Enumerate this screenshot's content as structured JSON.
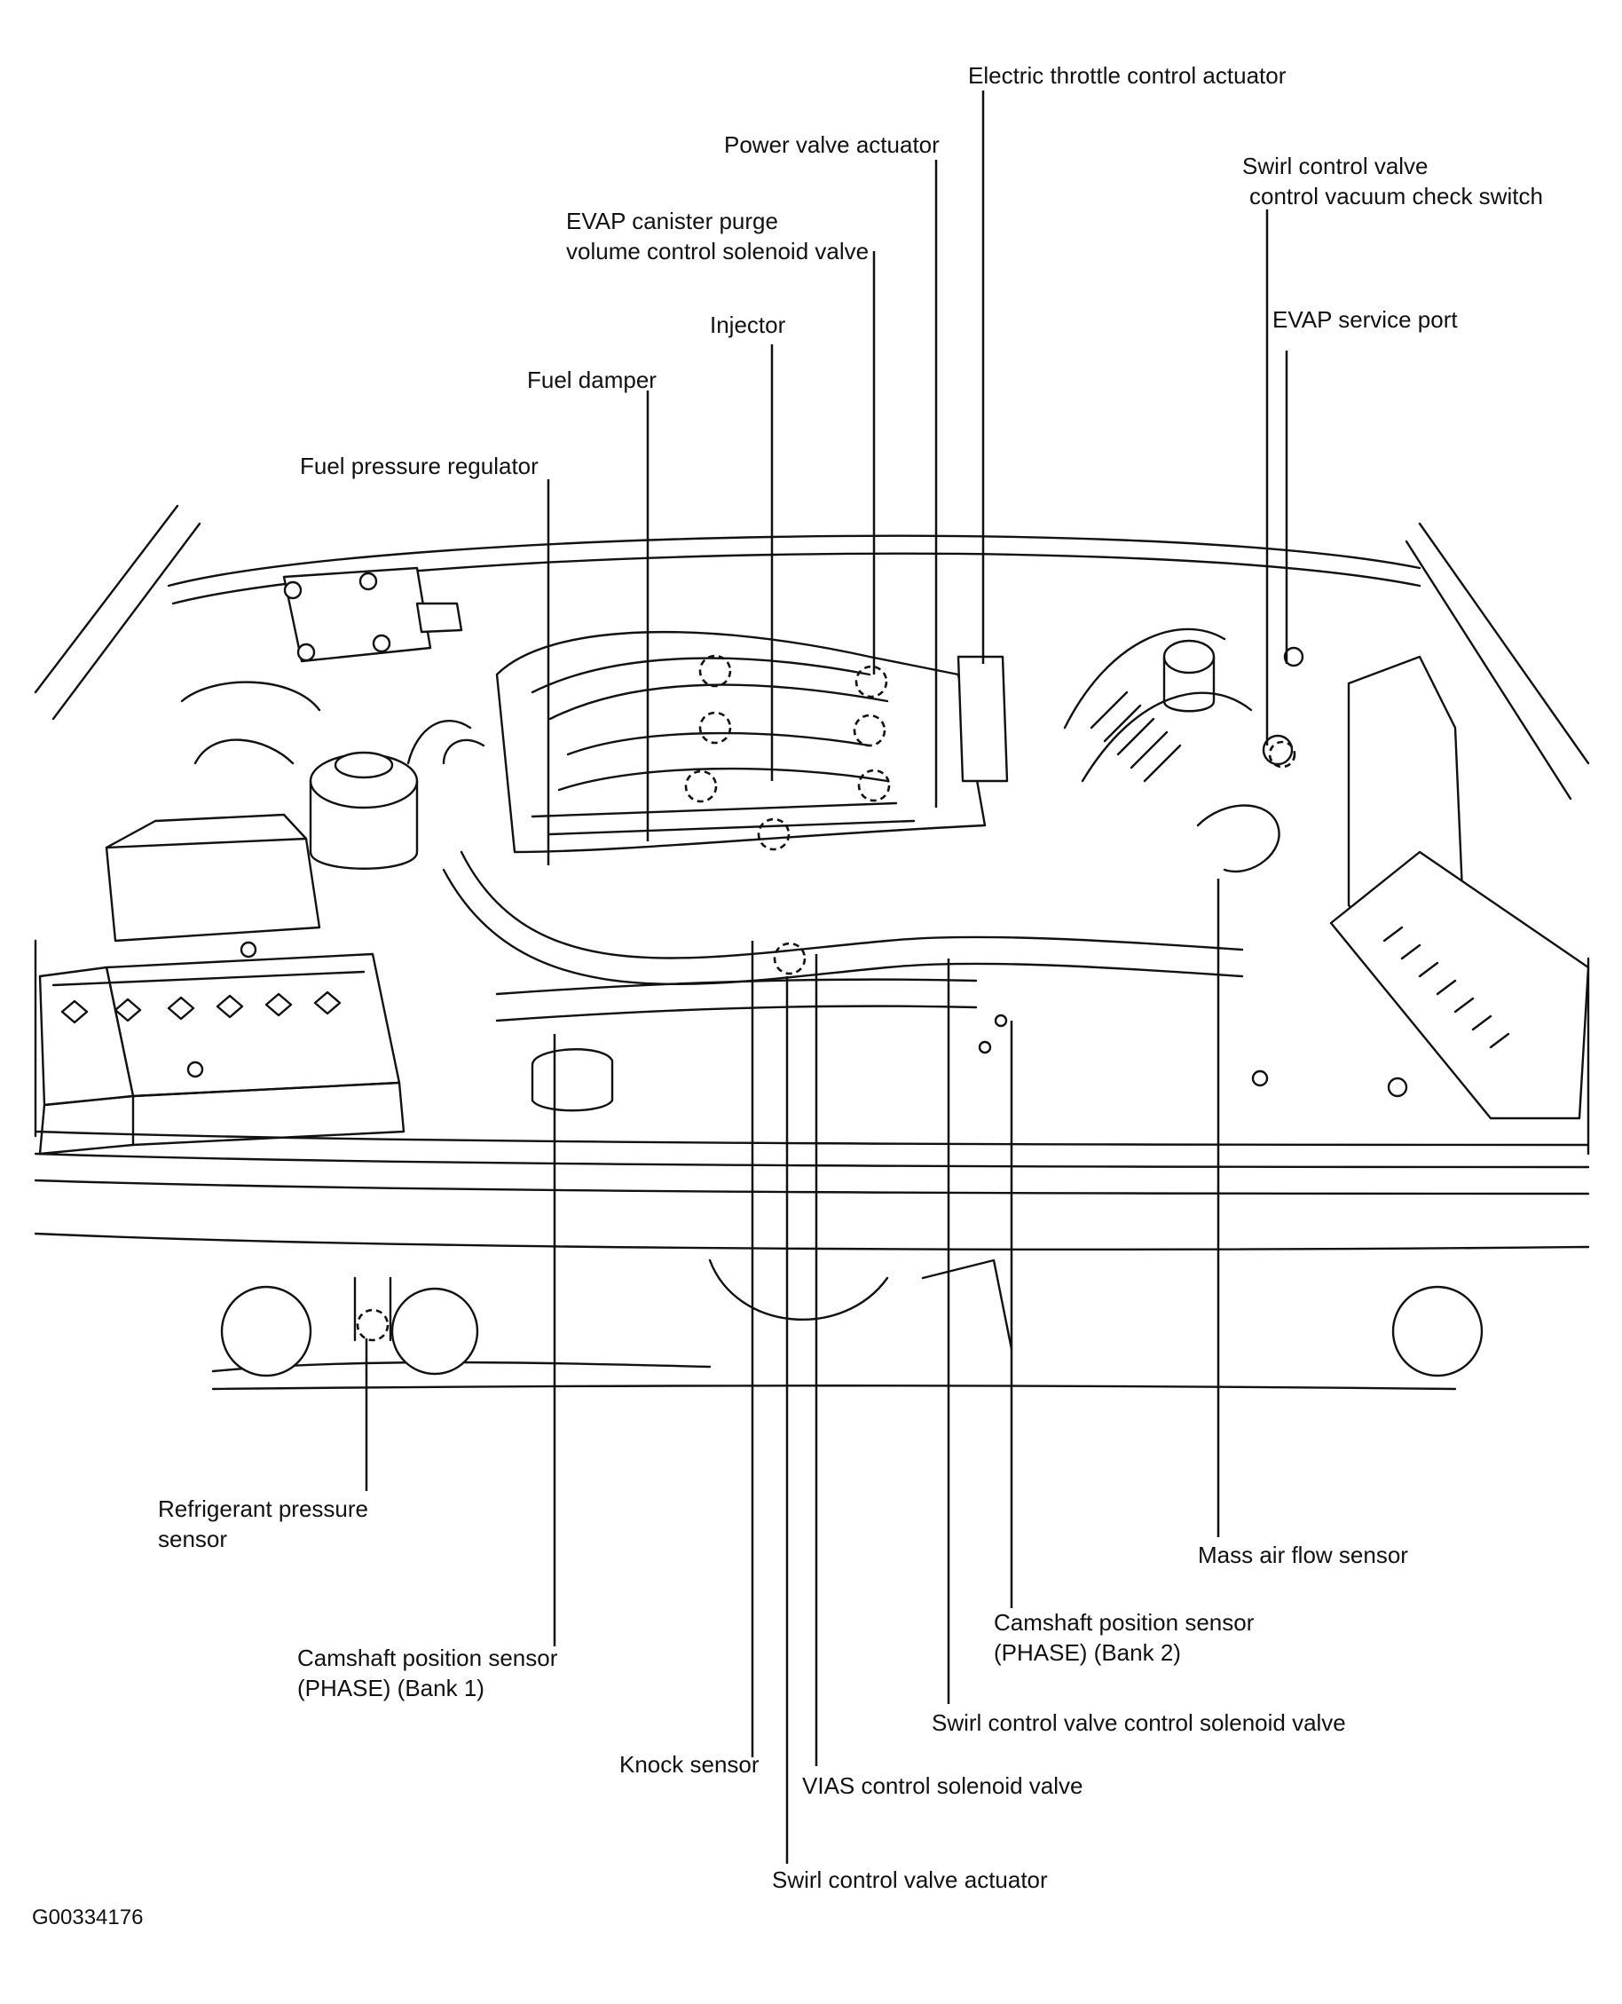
{
  "figure_id": "G00334176",
  "labels": {
    "electric_throttle": "Electric throttle control actuator",
    "power_valve": "Power valve actuator",
    "swirl_check_l1": "Swirl control valve",
    "swirl_check_l2": "control vacuum check switch",
    "evap_purge_l1": "EVAP canister purge",
    "evap_purge_l2": "volume control solenoid valve",
    "evap_port": "EVAP service port",
    "injector": "Injector",
    "fuel_damper": "Fuel damper",
    "fuel_regulator": "Fuel pressure regulator",
    "refrig_l1": "Refrigerant pressure",
    "refrig_l2": "sensor",
    "maf": "Mass air flow sensor",
    "cam2_l1": "Camshaft position sensor",
    "cam2_l2": "(PHASE) (Bank 2)",
    "cam1_l1": "Camshaft position sensor",
    "cam1_l2": "(PHASE)  (Bank 1)",
    "swirl_solenoid": "Swirl control valve control solenoid valve",
    "knock": "Knock sensor",
    "vias": "VIAS control solenoid valve",
    "swirl_actuator": "Swirl control valve actuator"
  }
}
